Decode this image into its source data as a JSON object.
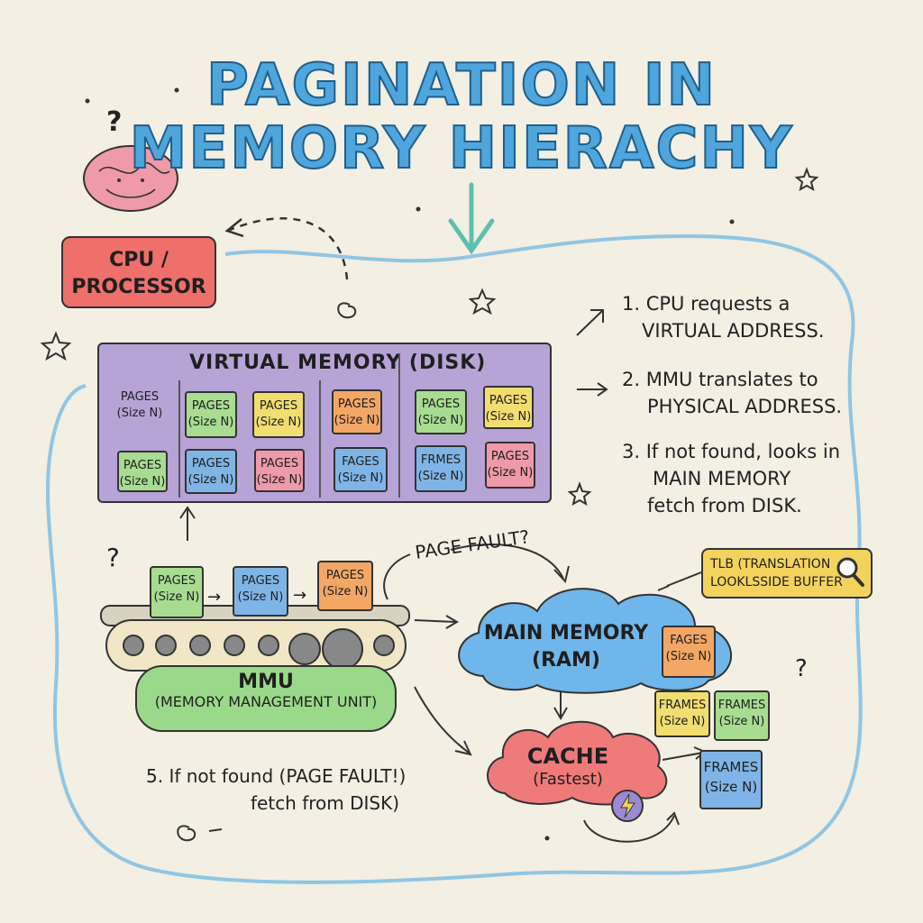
{
  "title": {
    "line1": "PAGINATION IN",
    "line2": "MEMORY HIERACHY"
  },
  "cpu": {
    "line1": "CPU /",
    "line2": "PROCESSOR"
  },
  "virtual_memory": {
    "title": "VIRTUAL MEMORY (DISK)",
    "blocks": [
      {
        "label": "PAGES",
        "size": "(Size N)"
      },
      {
        "label": "PAGES",
        "size": "(Size N)"
      },
      {
        "label": "PAGES",
        "size": "(Size N)"
      },
      {
        "label": "PAGES",
        "size": "(Size N)"
      },
      {
        "label": "PAGES",
        "size": "(Size N)"
      },
      {
        "label": "PAGES",
        "size": "(Size N)"
      },
      {
        "label": "PAGES",
        "size": "(Size N)"
      },
      {
        "label": "PAGES",
        "size": "(Size N)"
      },
      {
        "label": "PAGES",
        "size": "(Size N)"
      },
      {
        "label": "FAGES",
        "size": "(Size N)"
      },
      {
        "label": "FRMES",
        "size": "(Size N)"
      },
      {
        "label": "PAGES",
        "size": "(Size N)"
      }
    ]
  },
  "steps": {
    "s1": {
      "line1": "1. CPU requests a",
      "line2": "VIRTUAL ADDRESS."
    },
    "s2": {
      "line1": "2. MMU translates to",
      "line2": "PHYSICAL ADDRESS."
    },
    "s3": {
      "line1": "3. If not found, looks in",
      "line2": "MAIN MEMORY",
      "line3": "fetch from DISK."
    },
    "s5": {
      "line1": "5. If not found (PAGE FAULT!)",
      "line2": "fetch from DISK)"
    }
  },
  "page_fault": "PAGE FAULT?",
  "conveyor_pages": [
    {
      "label": "PAGES",
      "size": "(Size N)"
    },
    {
      "label": "PAGES",
      "size": "(Size N)"
    },
    {
      "label": "PAGES",
      "size": "(Size N)"
    }
  ],
  "mmu": {
    "title": "MMU",
    "subtitle": "(MEMORY MANAGEMENT UNIT)"
  },
  "tlb": {
    "line1": "TLB (TRANSLATION",
    "line2": "LOOKLSSIDE BUFFER"
  },
  "main_memory": {
    "line1": "MAIN MEMORY",
    "line2": "(RAM)",
    "page": {
      "label": "FAGES",
      "size": "(Size N)"
    }
  },
  "frames": [
    {
      "label": "FRAMES",
      "size": "(Size N)"
    },
    {
      "label": "FRAMES",
      "size": "(Size N)"
    },
    {
      "label": "FRAMES",
      "size": "(Size N)"
    }
  ],
  "cache": {
    "line1": "CACHE",
    "line2": "(Fastest)"
  },
  "colors": {
    "title_fill": "#4fa6dc",
    "cpu": "#ef6f6a",
    "virtual_memory": "#b7a3d6",
    "green": "#a8dc91",
    "yellow": "#f1dd70",
    "orange": "#f2a765",
    "blue": "#7fb4e6",
    "pink": "#ef9aa8",
    "mmu": "#9bd98a",
    "ram": "#6fb6ea",
    "cache": "#ef7a7a",
    "tlb": "#f3d35d",
    "wavy_border": "#8fc6e6"
  },
  "icons": [
    "brain-icon",
    "question-mark-icon",
    "gear-icon",
    "magnifier-icon",
    "lightning-icon",
    "swirl-icon",
    "star-icon"
  ]
}
